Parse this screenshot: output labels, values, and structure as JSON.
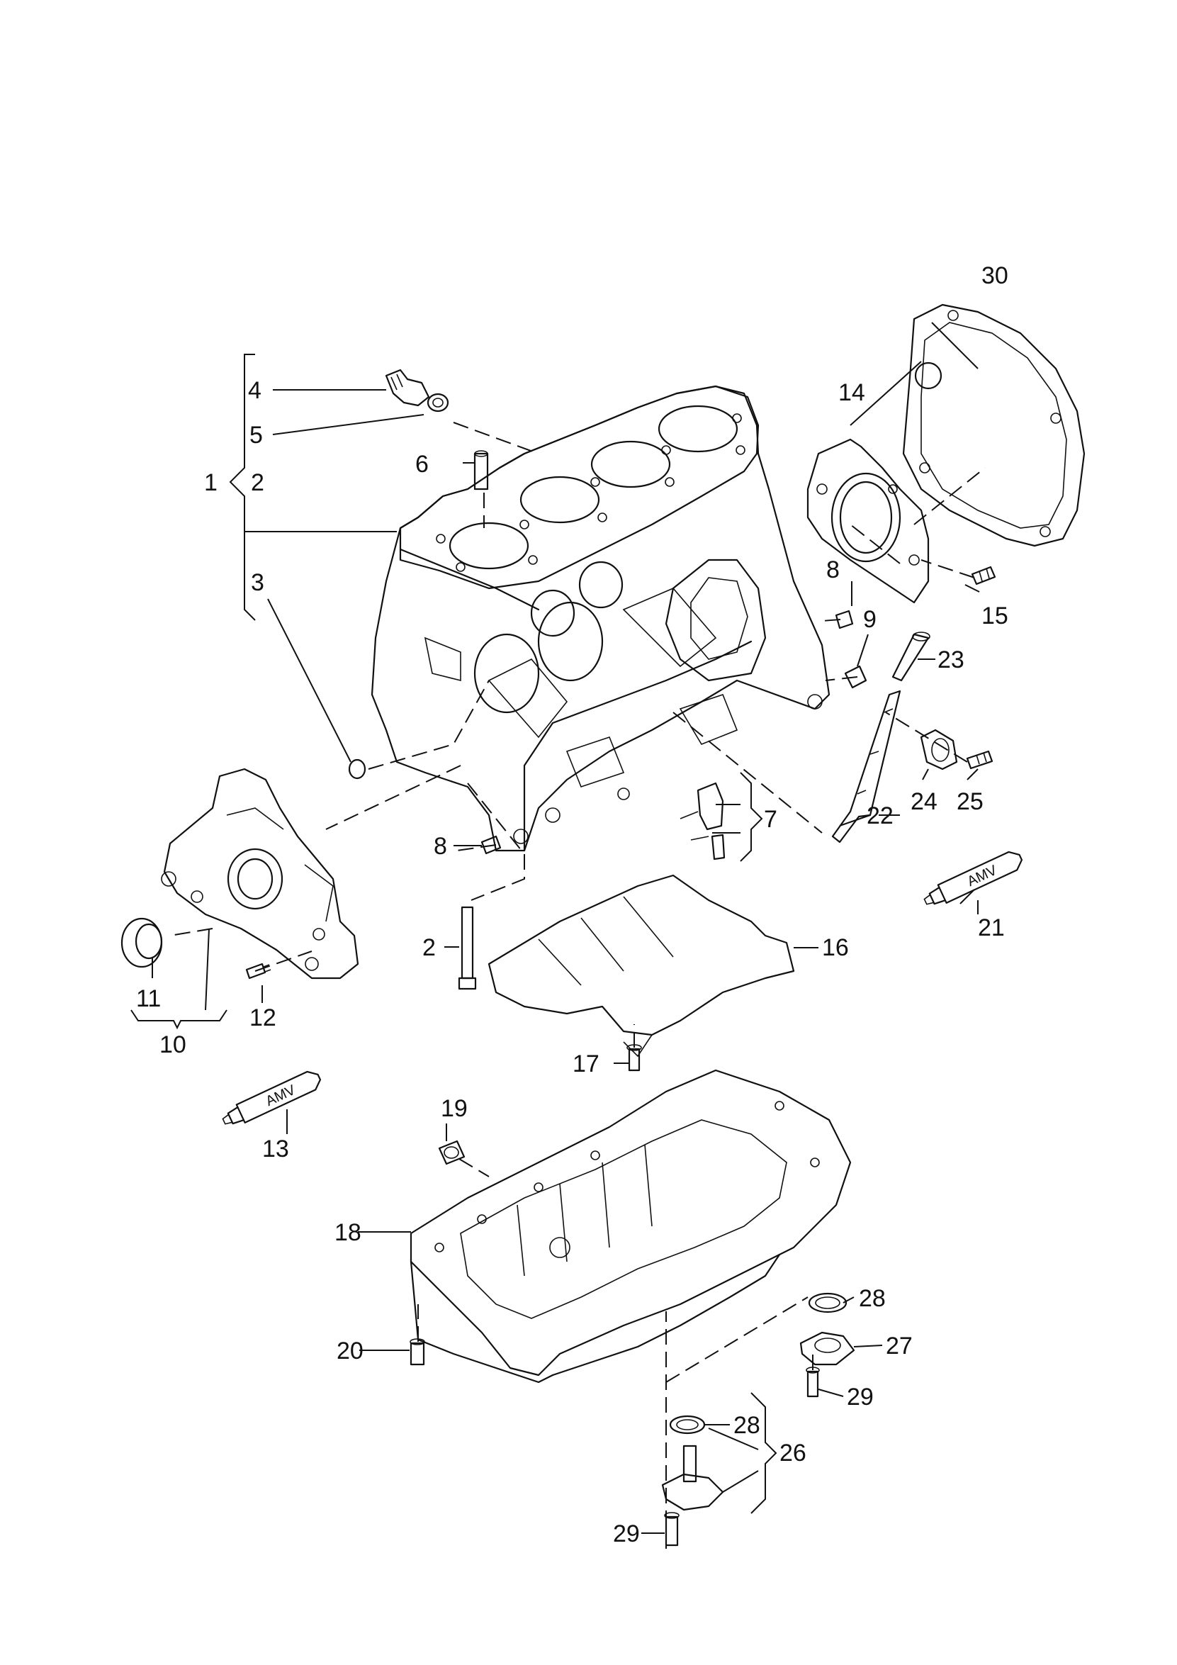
{
  "callouts": {
    "c1": "1",
    "c2a": "2",
    "c2b": "2",
    "c3": "3",
    "c4": "4",
    "c5": "5",
    "c6": "6",
    "c7": "7",
    "c8a": "8",
    "c8b": "8",
    "c9": "9",
    "c10": "10",
    "c11": "11",
    "c12": "12",
    "c13": "13",
    "c14": "14",
    "c15": "15",
    "c16": "16",
    "c17": "17",
    "c18": "18",
    "c19": "19",
    "c20": "20",
    "c21": "21",
    "c22": "22",
    "c23": "23",
    "c24": "24",
    "c25": "25",
    "c26": "26",
    "c27": "27",
    "c28a": "28",
    "c28b": "28",
    "c29a": "29",
    "c29b": "29",
    "c30": "30"
  },
  "tube_text": "AMV"
}
